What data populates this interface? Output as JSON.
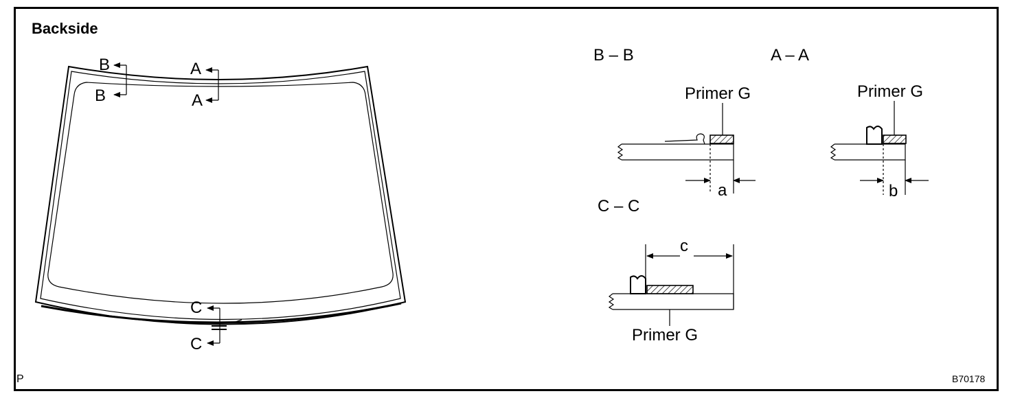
{
  "title": "Backside",
  "windshield_markers": {
    "b_top": "B",
    "b_bottom": "B",
    "a_top": "A",
    "a_bottom": "A",
    "c_top": "C",
    "c_bottom": "C"
  },
  "sections": {
    "bb": {
      "heading": "B – B",
      "primer": "Primer G",
      "dim": "a"
    },
    "aa": {
      "heading": "A – A",
      "primer": "Primer G",
      "dim": "b"
    },
    "cc": {
      "heading": "C – C",
      "primer": "Primer G",
      "dim": "c"
    }
  },
  "corner_code": "P",
  "figure_id": "B70178"
}
